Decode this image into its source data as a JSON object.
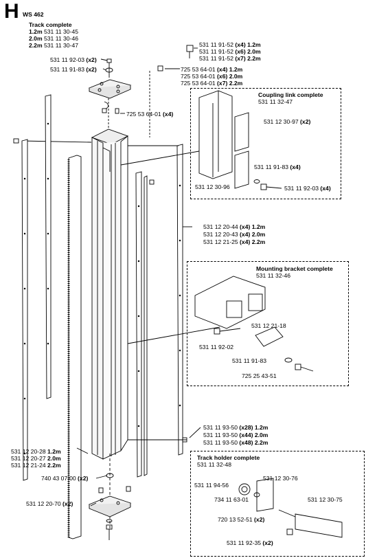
{
  "section_letter": "H",
  "model": "WS 462",
  "track_complete": {
    "title": "Track complete",
    "rows": [
      {
        "size": "1.2m",
        "part": "531 11 30-45"
      },
      {
        "size": "2.0m",
        "part": "531 11 30-46"
      },
      {
        "size": "2.2m",
        "part": "531 11 30-47"
      }
    ]
  },
  "callouts": {
    "screw_top_right": [
      {
        "part": "531 11 91-52",
        "qty": "(x4)",
        "size": "1.2m"
      },
      {
        "part": "531 11 91-52",
        "qty": "(x6)",
        "size": "2.0m"
      },
      {
        "part": "531 11 91-52",
        "qty": "(x7)",
        "size": "2.2m"
      }
    ],
    "nut_top_right": [
      {
        "part": "725 53 64-01",
        "qty": "(x4)",
        "size": "1.2m"
      },
      {
        "part": "725 53 64-01",
        "qty": "(x6)",
        "size": "2.0m"
      },
      {
        "part": "725 53 64-01",
        "qty": "(x7)",
        "size": "2.2m"
      }
    ],
    "bolt_top": {
      "part": "531 11 92-03",
      "qty": "(x2)"
    },
    "washer_top": {
      "part": "531 11 91-83",
      "qty": "(x2)"
    },
    "nut_mid": {
      "part": "725 53 64-01",
      "qty": "(x4)"
    },
    "strip_right": [
      {
        "part": "531 12 20-44",
        "qty": "(x4)",
        "size": "1.2m"
      },
      {
        "part": "531 12 20-43",
        "qty": "(x4)",
        "size": "2.0m"
      },
      {
        "part": "531 12 21-25",
        "qty": "(x4)",
        "size": "2.2m"
      }
    ],
    "screws_bottom": [
      {
        "part": "531 11 93-50",
        "qty": "(x28)",
        "size": "1.2m"
      },
      {
        "part": "531 11 93-50",
        "qty": "(x44)",
        "size": "2.0m"
      },
      {
        "part": "531 11 93-50",
        "qty": "(x48)",
        "size": "2.2m"
      }
    ],
    "rack_left": [
      {
        "part": "531 12 20-28",
        "size": "1.2m"
      },
      {
        "part": "531 12 20-27",
        "size": "2.0m"
      },
      {
        "part": "531 12 21-24",
        "size": "2.2m"
      }
    ],
    "oring": {
      "part": "740 43 07-00",
      "qty": "(x2)"
    },
    "foot": {
      "part": "531 12 20-70",
      "qty": "(x2)"
    }
  },
  "coupling_link": {
    "title": "Coupling link complete",
    "number": "531 11 32-47",
    "plate": {
      "part": "531 12 30-97",
      "qty": "(x2)"
    },
    "washer": {
      "part": "531 11 91-83",
      "qty": "(x4)"
    },
    "body": {
      "part": "531 12 30-96"
    },
    "bolt": {
      "part": "531 11 92-03",
      "qty": "(x4)"
    }
  },
  "mounting_bracket": {
    "title": "Mounting bracket complete",
    "number": "531 11 32-46",
    "plate": {
      "part": "531 12 21-18"
    },
    "bolt": {
      "part": "531 11 92-02"
    },
    "washer": {
      "part": "531 11 91-83"
    },
    "screw": {
      "part": "725 25 43-51"
    }
  },
  "track_holder": {
    "title": "Track holder complete",
    "number": "531 11 32-48",
    "knob": {
      "part": "531 11 94-56"
    },
    "body": {
      "part": "531 12 30-76"
    },
    "washer": {
      "part": "734 11 63-01"
    },
    "pin": {
      "part": "720 13 52-51",
      "qty": "(x2)"
    },
    "block": {
      "part": "531 12 30-75"
    },
    "screw": {
      "part": "531 11 92-35",
      "qty": "(x2)"
    }
  }
}
